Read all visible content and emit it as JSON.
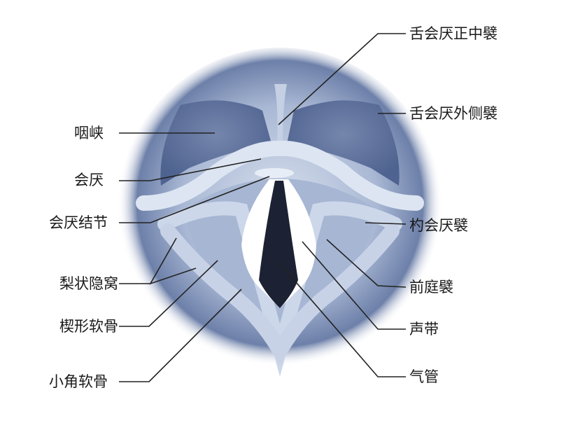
{
  "labels": {
    "median_glossoepiglottic_fold": "舌会厌正中襞",
    "lateral_glossoepiglottic_fold": "舌会厌外侧襞",
    "fauces": "咽峡",
    "epiglottis": "会厌",
    "epiglottic_tubercle": "会厌结节",
    "aryepiglottic_fold": "杓会厌襞",
    "piriform_recess": "梨状隐窝",
    "vestibular_fold": "前庭襞",
    "cuneiform_cartilage": "楔形软骨",
    "vocal_cord": "声带",
    "trachea": "气管",
    "corniculate_cartilage": "小角软骨"
  },
  "colors": {
    "tissue_light": "#dfe6f2",
    "tissue_mid": "#9fb0cf",
    "tissue_dark": "#5a6d96",
    "airway": "#1c2233"
  }
}
